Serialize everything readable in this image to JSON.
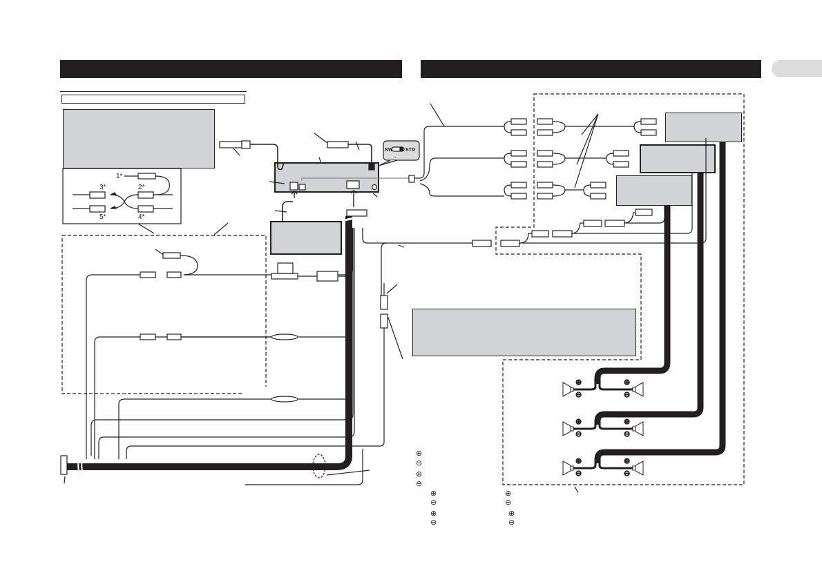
{
  "headers": {
    "left_section_bar": "",
    "right_section_bar": "",
    "side_tab": ""
  },
  "left_panel": {
    "subheading_box": "",
    "note_box": "",
    "adapter_labels": [
      "1*",
      "2*",
      "3*",
      "4*",
      "5*"
    ]
  },
  "switch_callout": {
    "left_label": "NW",
    "right_label": "STD",
    "arrow": "→"
  },
  "center": {
    "unit_box": "",
    "left_device_box": ""
  },
  "right_panel": {
    "amp_boxes": [
      "",
      "",
      ""
    ],
    "note_box": ""
  },
  "speakers": {
    "groups": 3,
    "plus_symbol": "⊕",
    "minus_symbol": "⊖"
  },
  "polarity_legend": {
    "col1": [
      "⊕",
      "⊖",
      "⊕",
      "⊖"
    ],
    "col2": [
      "⊕",
      "⊖",
      "⊕",
      "⊖"
    ],
    "col3": [
      "⊕",
      "⊖",
      "⊕",
      "⊖"
    ]
  },
  "colors": {
    "ink": "#231f20",
    "panel_gray": "#d1d3d4",
    "tab_gray": "#dcdcdc"
  }
}
